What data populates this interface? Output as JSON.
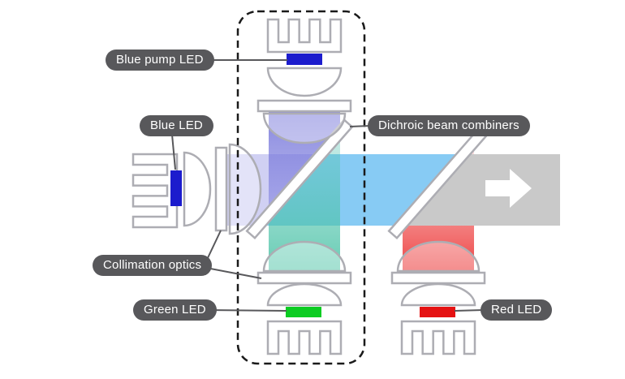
{
  "diagram": {
    "labels": {
      "blue_pump_led": "Blue pump LED",
      "blue_led": "Blue LED",
      "dichroic_combiners": "Dichroic beam combiners",
      "collimation_optics": "Collimation optics",
      "green_led": "Green LED",
      "red_led": "Red LED"
    },
    "colors": {
      "label_background": "#58585b",
      "label_text": "#ffffff",
      "optics_outline": "#adadb3",
      "dashed_module_outline": "#1a1a1a",
      "blue_led_emitter": "#1c1ccd",
      "green_led_emitter": "#0ccc22",
      "red_led_emitter": "#e51212",
      "beam_blue_pump": "#8f8fdd",
      "beam_blue_led": "#b8b8ea",
      "beam_combined_blue": "#8fcef2",
      "beam_green": "#6fcfbf",
      "beam_red": "#ed4b4b",
      "beam_output": "#c9c9c9",
      "output_arrow": "#ffffff"
    },
    "icons": {
      "heatsink": "comb-shape",
      "output_arrow": "right-arrow"
    }
  }
}
